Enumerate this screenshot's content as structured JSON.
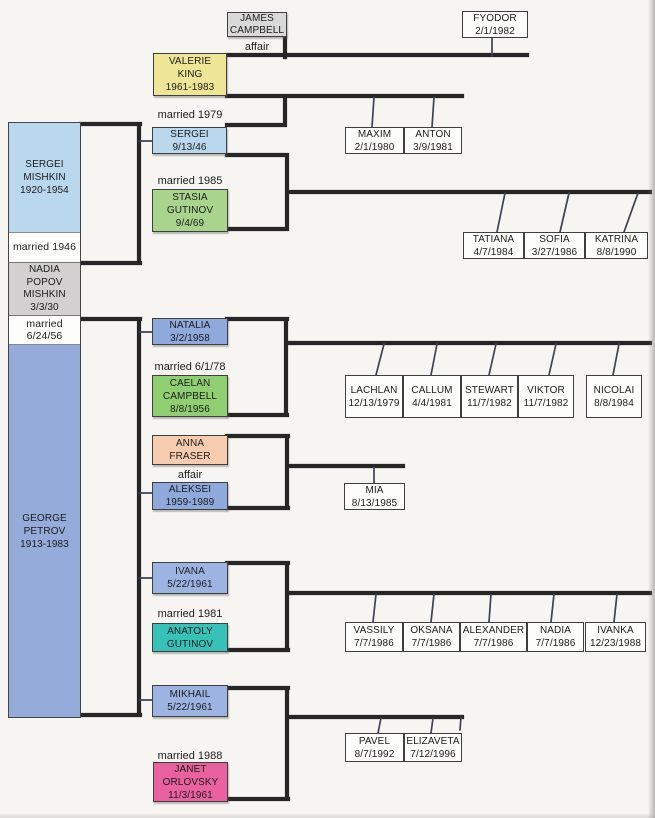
{
  "people": {
    "james": [
      "JAMES",
      "CAMPBELL"
    ],
    "fyodor": [
      "FYODOR",
      "2/1/1982"
    ],
    "valerie": [
      "VALERIE",
      "KING",
      "1961-1983"
    ],
    "sergei_jr": [
      "SERGEI",
      "9/13/46"
    ],
    "stasia": [
      "STASIA",
      "GUTINOV",
      "9/4/69"
    ],
    "sergei_mishkin": [
      "SERGEI",
      "MISHKIN",
      "1920-1954"
    ],
    "nadia_popov": [
      "NADIA",
      "POPOV",
      "MISHKIN",
      "3/3/30"
    ],
    "george": [
      "GEORGE",
      "PETROV",
      "1913-1983"
    ],
    "natalia": [
      "NATALIA",
      "3/2/1958"
    ],
    "caelan": [
      "CAELAN",
      "CAMPBELL",
      "8/8/1956"
    ],
    "anna": [
      "ANNA",
      "FRASER"
    ],
    "aleksei": [
      "ALEKSEI",
      "1959-1989"
    ],
    "ivana": [
      "IVANA",
      "5/22/1961"
    ],
    "anatoly": [
      "ANATOLY",
      "GUTINOV"
    ],
    "mikhail": [
      "MIKHAIL",
      "5/22/1961"
    ],
    "janet": [
      "JANET",
      "ORLOVSKY",
      "11/3/1961"
    ],
    "maxim": [
      "MAXIM",
      "2/1/1980"
    ],
    "anton": [
      "ANTON",
      "3/9/1981"
    ],
    "tatiana": [
      "TATIANA",
      "4/7/1984"
    ],
    "sofia": [
      "SOFIA",
      "3/27/1986"
    ],
    "katrina": [
      "KATRINA",
      "8/8/1990"
    ],
    "lachlan": [
      "LACHLAN",
      "12/13/1979"
    ],
    "callum": [
      "CALLUM",
      "4/4/1981"
    ],
    "stewart": [
      "STEWART",
      "11/7/1982"
    ],
    "viktor": [
      "VIKTOR",
      "11/7/1982"
    ],
    "nicolai": [
      "NICOLAI",
      "8/8/1984"
    ],
    "mia": [
      "MIA",
      "8/13/1985"
    ],
    "vassily": [
      "VASSILY",
      "7/7/1986"
    ],
    "oksana": [
      "OKSANA",
      "7/7/1986"
    ],
    "alexander": [
      "ALEXANDER",
      "7/7/1986"
    ],
    "nadia_child": [
      "NADIA",
      "7/7/1986"
    ],
    "ivanka": [
      "IVANKA",
      "12/23/1988"
    ],
    "pavel": [
      "PAVEL",
      "8/7/1992"
    ],
    "elizaveta": [
      "ELIZAVETA",
      "7/12/1996"
    ]
  },
  "labels": {
    "affair_top": "affair",
    "married_1946": "married 1946",
    "married_6_24_56": [
      "married",
      "6/24/56"
    ],
    "married_1979": "married 1979",
    "married_1985": "married 1985",
    "married_6_1_78": "married 6/1/78",
    "affair_mid": "affair",
    "married_1981": "married 1981",
    "married_1988": "married 1988"
  },
  "colors": {
    "light_blue": "#b9d7ed",
    "periwinkle": "#95abd9",
    "medium_blue": "#8fa9dc",
    "soft_blue": "#9db4e2",
    "yellow": "#efe596",
    "green": "#a8d48e",
    "bright_green": "#90ce72",
    "peach": "#f6cbae",
    "teal": "#36c2b8",
    "pink": "#e9619e",
    "gray": "#d9d9d9",
    "warm_gray": "#d2d0d0",
    "line": "#262626",
    "background": "#f6f5f2"
  }
}
